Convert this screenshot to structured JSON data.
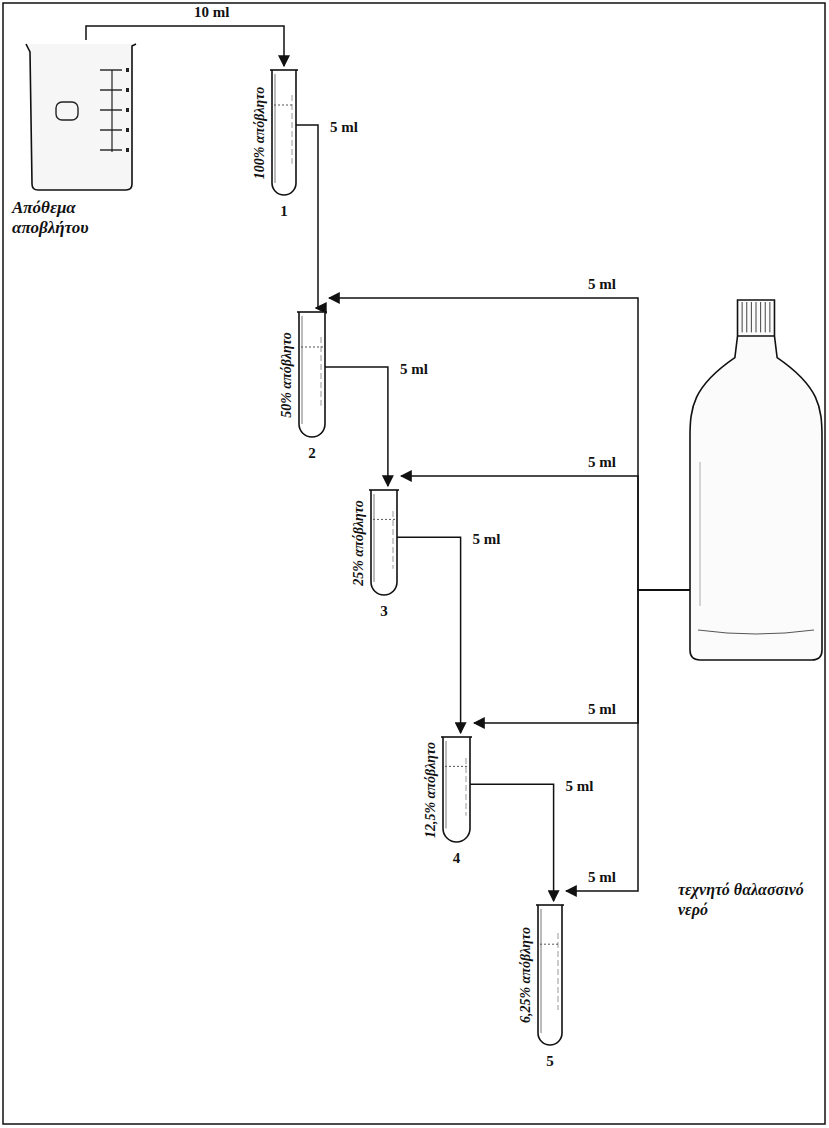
{
  "diagram": {
    "nodes": [
      {
        "text": [
          "Απόθεμα αποβλήτου"
        ]
      },
      {
        "text": [
          "100% απόβλητο",
          "1"
        ]
      },
      {
        "text": [
          "50% απόβλητο",
          "2"
        ]
      },
      {
        "text": [
          "25% απόβλητο",
          "3"
        ]
      },
      {
        "text": [
          "12,5% απόβλητο",
          "4"
        ]
      },
      {
        "text": [
          "6,25% απόβλητο",
          "5"
        ]
      },
      {
        "text": [
          "τεχνητό θαλασσινό νερό"
        ]
      }
    ],
    "edges": [
      {
        "from": 0,
        "to": 1,
        "label": "10 ml",
        "arrow": "to"
      },
      {
        "from": 1,
        "to": 2,
        "label": "5 ml",
        "arrow": "to"
      },
      {
        "from": 2,
        "to": 3,
        "label": "5 ml",
        "arrow": "to"
      },
      {
        "from": 3,
        "to": 4,
        "label": "5 ml",
        "arrow": "to"
      },
      {
        "from": 4,
        "to": 5,
        "label": "5 ml",
        "arrow": "to"
      },
      {
        "from": 6,
        "to": 2,
        "label": "5 ml",
        "arrow": "to"
      },
      {
        "from": 6,
        "to": 3,
        "label": "5 ml",
        "arrow": "to"
      },
      {
        "from": 6,
        "to": 4,
        "label": "5 ml",
        "arrow": "to"
      },
      {
        "from": 6,
        "to": 5,
        "label": "5 ml",
        "arrow": "to"
      }
    ]
  }
}
